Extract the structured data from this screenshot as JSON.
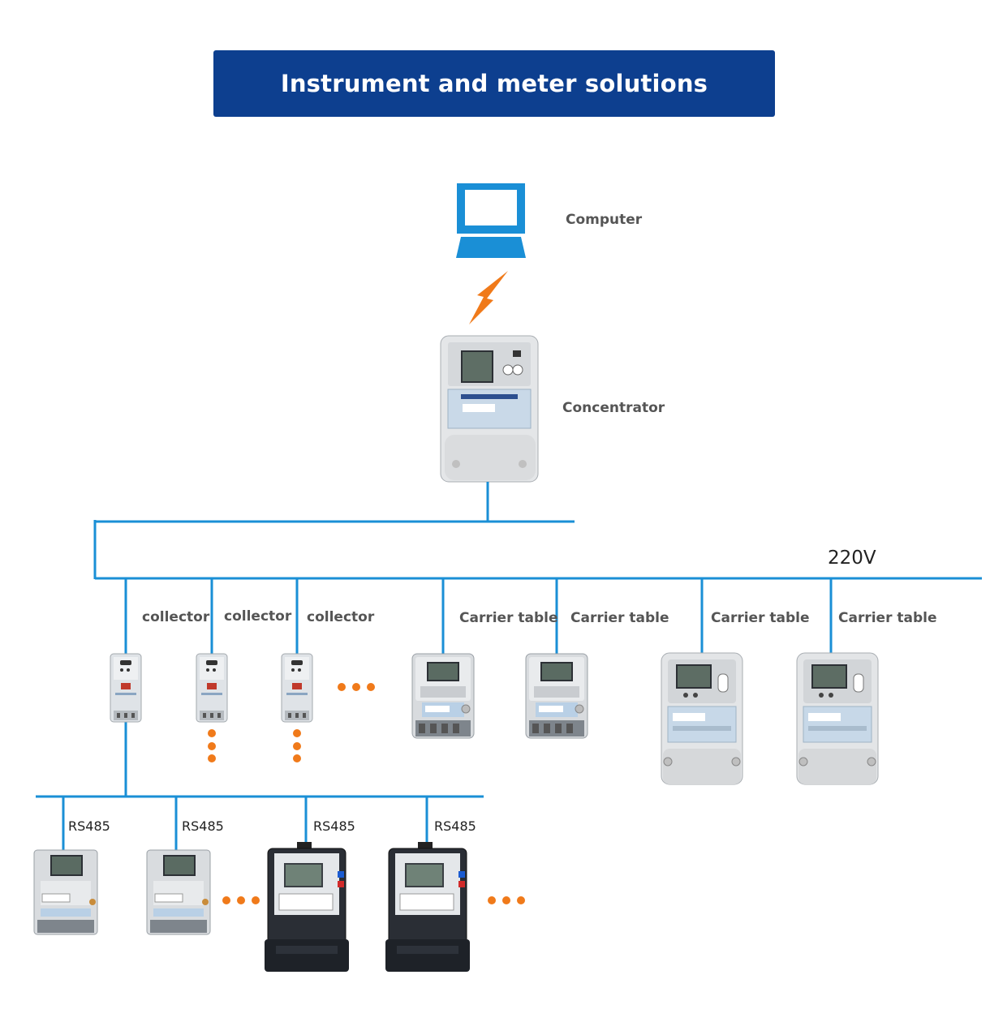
{
  "title": "Instrument and meter solutions",
  "nodes": {
    "computer": "Computer",
    "concentrator": "Concentrator",
    "voltage": "220V"
  },
  "collectors": [
    "collector",
    "collector",
    "collector"
  ],
  "carrier_tables": [
    "Carrier table",
    "Carrier table",
    "Carrier table",
    "Carrier table"
  ],
  "rs485": [
    "RS485",
    "RS485",
    "RS485",
    "RS485"
  ],
  "colors": {
    "banner": "#0d3f8f",
    "bus_line": "#1a8fd6",
    "lightning": "#f07a1a",
    "dots": "#f07a1a",
    "computer_icon": "#1a8fd6"
  }
}
